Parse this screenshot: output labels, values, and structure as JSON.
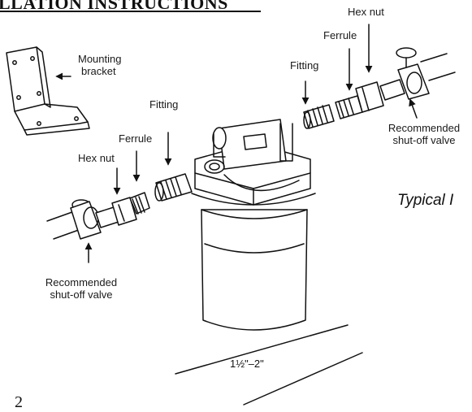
{
  "heading": "LLATION INSTRUCTIONS",
  "caption": "Typical I",
  "page_number": "2",
  "dimension": "1½\"–2\"",
  "labels": {
    "mounting_bracket": [
      "Mounting",
      "bracket"
    ],
    "fitting_left": "Fitting",
    "ferrule_left": "Ferrule",
    "hex_nut_left": "Hex nut",
    "valve_left": [
      "Recommended",
      "shut-off valve"
    ],
    "fitting_right": "Fitting",
    "ferrule_right": "Ferrule",
    "hex_nut_right": "Hex nut",
    "valve_right": [
      "Recommended",
      "shut-off valve"
    ]
  }
}
